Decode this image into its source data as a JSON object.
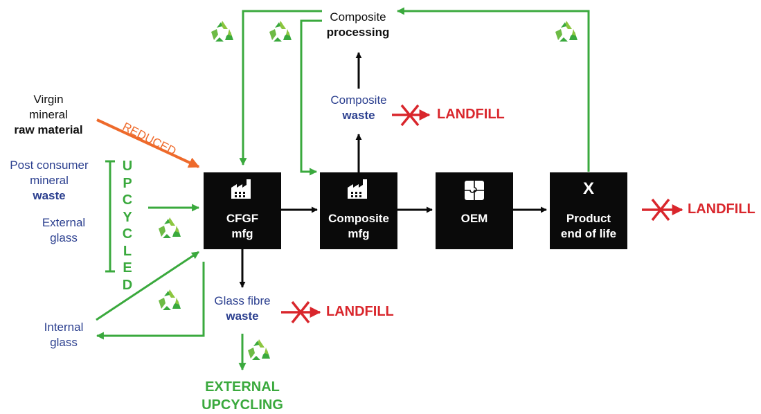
{
  "colors": {
    "green": "#3aa93d",
    "red": "#d9262c",
    "orange": "#ee6a2b",
    "blue": "#2b3f8f",
    "black": "#0a0a0a"
  },
  "inputs": {
    "virgin": [
      "Virgin",
      "mineral",
      "raw material"
    ],
    "reduced": "REDUCED",
    "post_consumer": [
      "Post consumer",
      "mineral",
      "waste"
    ],
    "external_glass": [
      "External",
      "glass"
    ],
    "internal_glass": [
      "Internal",
      "glass"
    ],
    "upcycled": [
      "U",
      "P",
      "C",
      "Y",
      "C",
      "L",
      "E",
      "D"
    ]
  },
  "boxes": {
    "cfgf": {
      "title": [
        "CFGF",
        "mfg"
      ],
      "icon": "factory-icon"
    },
    "composite_mfg": {
      "title": [
        "Composite",
        "mfg"
      ],
      "icon": "factory-icon"
    },
    "oem": {
      "title": [
        "OEM"
      ],
      "icon": "puzzle-icon"
    },
    "end_of_life": {
      "title": [
        "Product",
        "end of life"
      ],
      "icon": "x-icon",
      "icon_text": "X"
    }
  },
  "outputs": {
    "composite_processing": [
      "Composite",
      "processing"
    ],
    "composite_waste": [
      "Composite",
      "waste"
    ],
    "glass_fibre_waste": [
      "Glass fibre",
      "waste"
    ],
    "external_upcycling": [
      "EXTERNAL",
      "UPCYCLING"
    ],
    "landfill": "LANDFILL"
  },
  "icons": {
    "recycle": "recycle-icon",
    "crossed_arrow": "crossed-arrow-icon"
  }
}
